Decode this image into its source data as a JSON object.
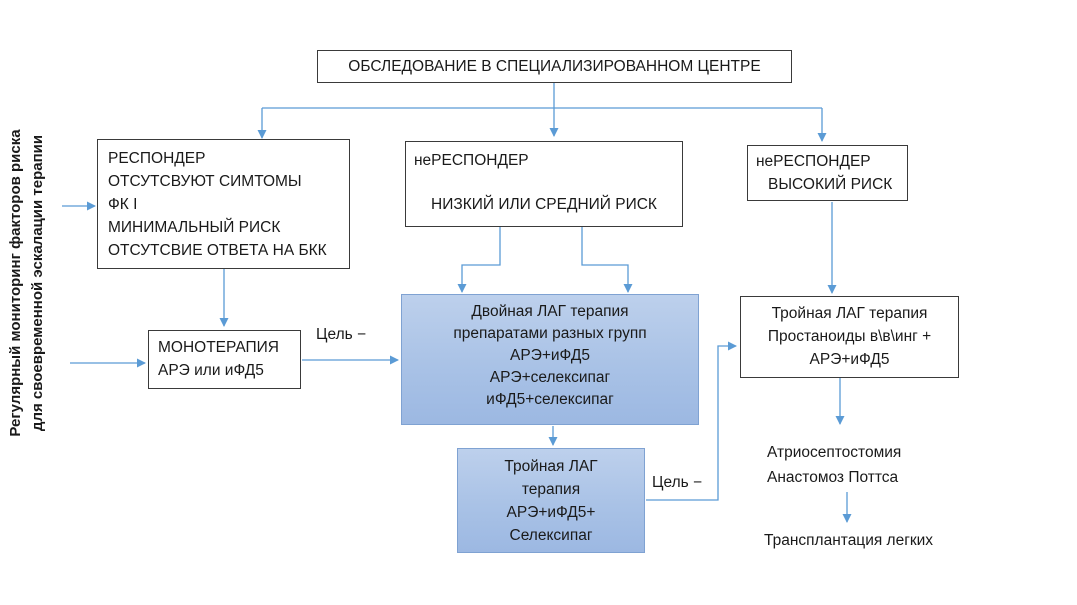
{
  "boxes": {
    "top": "ОБСЛЕДОВАНИЕ В СПЕЦИАЛИЗИРОВАННОМ ЦЕНТРЕ",
    "responder": [
      "РЕСПОНДЕР",
      "ОТСУТСВУЮТ СИМТОМЫ",
      "ФК I",
      "МИНИМАЛЬНЫЙ РИСК",
      "ОТСУТСВИЕ ОТВЕТА НА БКК"
    ],
    "nonresponder_low": {
      "title": "неРЕСПОНДЕР",
      "risk": "НИЗКИЙ ИЛИ СРЕДНИЙ РИСК"
    },
    "nonresponder_high": [
      "неРЕСПОНДЕР",
      "ВЫСОКИЙ РИСК"
    ],
    "monotherapy": [
      "МОНОТЕРАПИЯ",
      "АРЭ или иФД5"
    ],
    "double_therapy": [
      "Двойная ЛАГ терапия",
      "препаратами разных  групп",
      "АРЭ+иФД5",
      "АРЭ+селексипаг",
      "иФД5+селексипаг"
    ],
    "triple_selexipag": [
      "Тройная ЛАГ",
      "терапия",
      "АРЭ+иФД5+",
      "Селексипаг"
    ],
    "triple_prostanoid": [
      "Тройная ЛАГ терапия",
      "Простаноиды в\\в\\инг +",
      "АРЭ+иФД5"
    ]
  },
  "labels": {
    "goal_1": "Цель  −",
    "goal_2": "Цель  −",
    "atrio": "Атриосептостомия",
    "potts": "Анастомоз Поттса",
    "transplant": "Трансплантация легких"
  },
  "vertical": {
    "line1": "Регулярный мониторинг факторов риска",
    "line2": "для своевременной эскалации терапии"
  },
  "colors": {
    "arrow": "#5b9bd5",
    "box_border": "#3a3a3a",
    "blue_fill": "#a9c2e6",
    "blue_border": "#7fa2d2"
  }
}
